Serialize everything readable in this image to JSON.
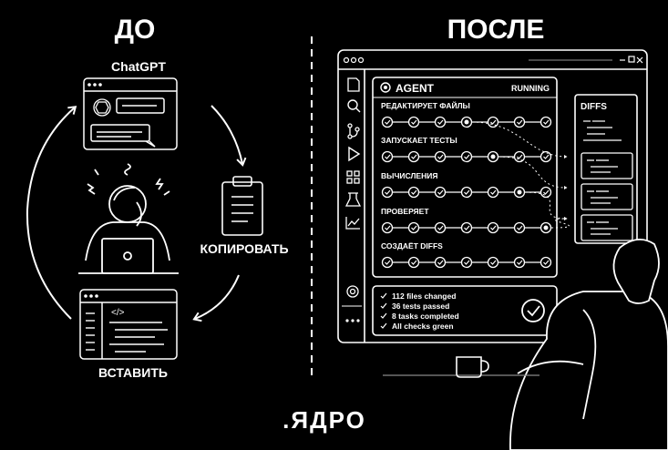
{
  "before": {
    "title": "ДО",
    "chatgpt_label": "ChatGPT",
    "copy_label": "КОПИРОВАТЬ",
    "paste_label": "ВСТАВИТЬ",
    "code_tag": "</>"
  },
  "after": {
    "title": "ПОСЛЕ",
    "agent_title": "AGENT",
    "agent_status": "RUNNING",
    "tracks": [
      {
        "label": "РЕДАКТИРУЕТ ФАЙЛЫ",
        "nodes": [
          "check",
          "check",
          "check",
          "dot",
          "check",
          "check",
          "check"
        ]
      },
      {
        "label": "ЗАПУСКАЕТ ТЕСТЫ",
        "nodes": [
          "check",
          "check",
          "check",
          "check",
          "dot",
          "check",
          "check"
        ]
      },
      {
        "label": "ВЫЧИСЛЕНИЯ",
        "nodes": [
          "check",
          "check",
          "check",
          "check",
          "check",
          "dot",
          "check"
        ]
      },
      {
        "label": "ПРОВЕРЯЕТ",
        "nodes": [
          "check",
          "check",
          "check",
          "check",
          "check",
          "check",
          "dot"
        ]
      },
      {
        "label": "СОЗДАЁТ DIFFS",
        "nodes": [
          "check",
          "check",
          "check",
          "check",
          "check",
          "check",
          "check"
        ]
      }
    ],
    "diffs_title": "DIFFS",
    "summary": [
      "112 files changed",
      "36 tests passed",
      "8 tasks completed",
      "All checks green"
    ]
  },
  "brand": ".ЯДРО",
  "colors": {
    "background": "#000000",
    "line": "#ffffff",
    "muted": "#8a8a8a"
  }
}
